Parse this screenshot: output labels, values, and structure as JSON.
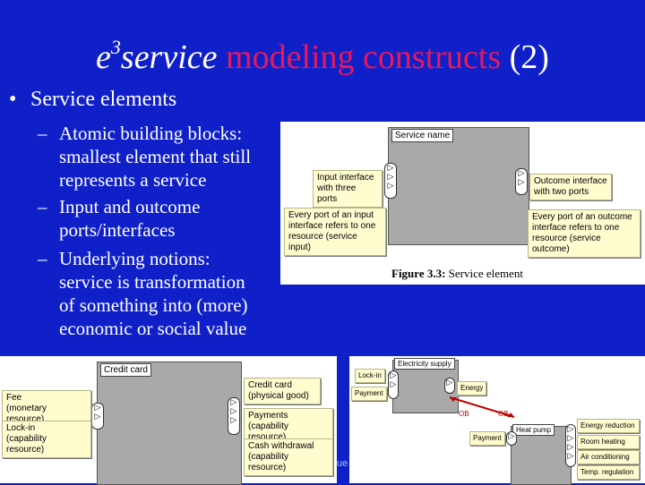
{
  "slide": {
    "title_prefix_e": "e",
    "title_superscript": "3",
    "title_service": "service",
    "title_rest": " modeling constructs",
    "title_suffix": " (2)",
    "bullet_mark": "•",
    "bullet": "Service elements",
    "sub_items": [
      {
        "dash": "–",
        "lines": [
          "Atomic building blocks:",
          "smallest element that still",
          "represents a service"
        ]
      },
      {
        "dash": "–",
        "lines": [
          "Input and outcome",
          "ports/interfaces"
        ]
      },
      {
        "dash": "–",
        "lines": [
          "Underlying notions:",
          "service is transformation",
          "of something into (more)",
          "economic or social value"
        ]
      }
    ],
    "footer_text": "ue"
  },
  "figure1": {
    "service_name": "Service name",
    "input_interface": [
      "Input interface",
      "with three ports"
    ],
    "outcome_interface": [
      "Outcome interface",
      "with two ports"
    ],
    "input_note": [
      "Every port of an input",
      "interface refers to one",
      "resource (service input)"
    ],
    "outcome_note": [
      "Every port of an outcome",
      "interface refers to one",
      "resource (service outcome)"
    ],
    "caption_bold": "Figure 3.3:",
    "caption_rest": " Service element",
    "port_glyph": "▷"
  },
  "figure2": {
    "service": "Credit card",
    "inputs": [
      [
        "Fee",
        "(monetary resource)"
      ],
      [
        "Lock-in",
        "(capability resource)"
      ]
    ],
    "outputs": [
      [
        "Credit card",
        "(physical good)"
      ],
      [
        "Payments",
        "(capability resource)"
      ],
      [
        "Cash withdrawal",
        "(capability resource)"
      ]
    ]
  },
  "figure3": {
    "service1": "Electricity supply",
    "service1_inputs": [
      "Lock-in",
      "Payment"
    ],
    "service1_output": "Energy",
    "ob1": "OB",
    "ob2": "OB",
    "service2": "Heat pump",
    "service2_input": "Payment",
    "service2_outputs": [
      "Energy reduction",
      "Room heating",
      "Air conditioning",
      "Temp. regulation"
    ]
  },
  "colors": {
    "background": "#1020c8",
    "title_accent": "#e8185a",
    "note_fill": "#fffcd0",
    "service_fill": "#a9a9a9",
    "ob_link": "#c00000"
  }
}
